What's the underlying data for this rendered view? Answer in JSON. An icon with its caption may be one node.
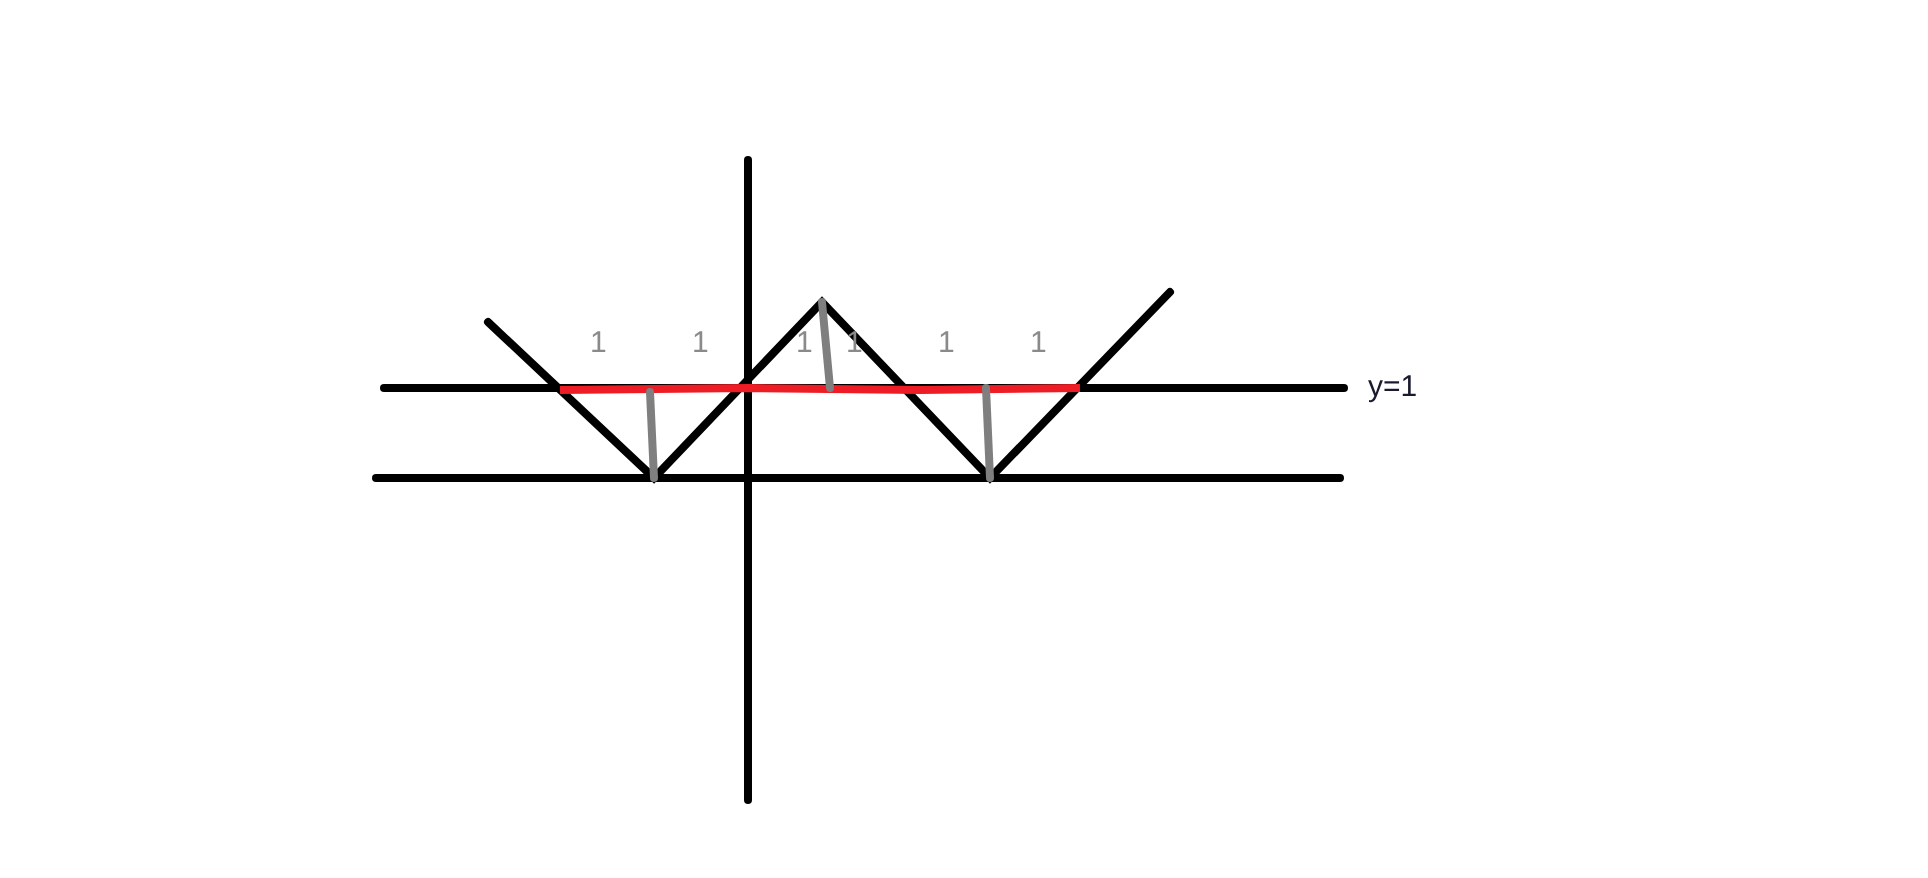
{
  "diagram": {
    "labels": [
      "1",
      "1",
      "1",
      "1",
      "1",
      "1",
      "y=1"
    ]
  }
}
